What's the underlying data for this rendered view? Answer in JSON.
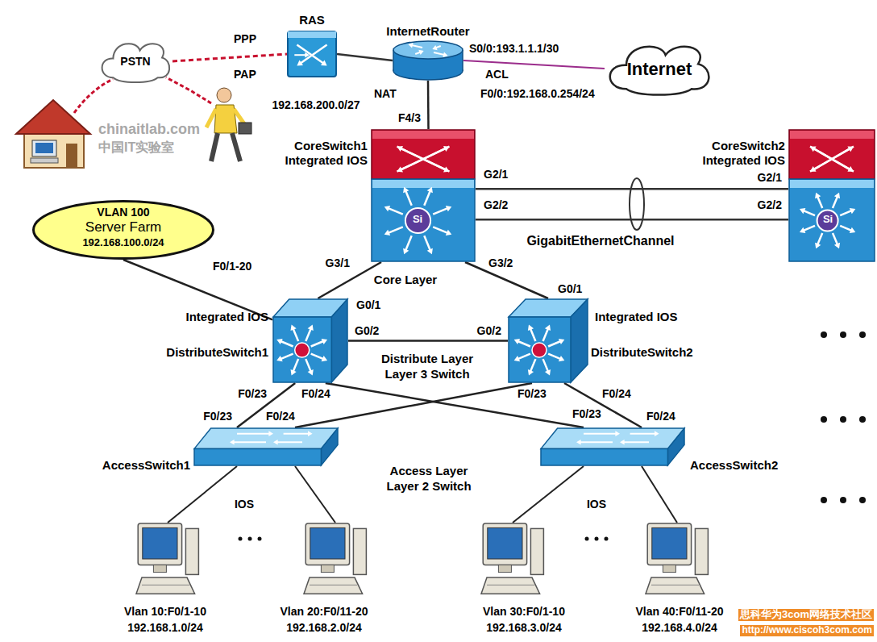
{
  "diagram": {
    "nodes": [
      {
        "text": [
          "PSTN"
        ]
      },
      {
        "text": [
          "RAS",
          "192.168.200.0/27"
        ]
      },
      {
        "text": [
          "InternetRouter"
        ]
      },
      {
        "text": [
          "Internet"
        ]
      },
      {
        "text": [
          "CoreSwitch1",
          "Integrated IOS"
        ]
      },
      {
        "text": [
          "CoreSwitch2",
          "Integrated IOS"
        ]
      },
      {
        "text": [
          "VLAN 100",
          "Server Farm",
          "192.168.100.0/24"
        ]
      },
      {
        "text": [
          "Integrated IOS",
          "DistributeSwitch1"
        ]
      },
      {
        "text": [
          "Integrated IOS",
          "DistributeSwitch2"
        ]
      },
      {
        "text": [
          "AccessSwitch1"
        ]
      },
      {
        "text": [
          "AccessSwitch2"
        ]
      },
      {
        "text": [
          "Vlan 10:F0/1-10",
          "192.168.1.0/24"
        ]
      },
      {
        "text": [
          "Vlan 20:F0/11-20",
          "192.168.2.0/24"
        ]
      },
      {
        "text": [
          "Vlan 30:F0/1-10",
          "192.168.3.0/24"
        ]
      },
      {
        "text": [
          "Vlan 40:F0/11-20",
          "192.168.4.0/24"
        ]
      }
    ],
    "edges": [
      {
        "from": 0,
        "to": 1,
        "arrow": "none"
      },
      {
        "from": 1,
        "to": 2,
        "arrow": "none"
      },
      {
        "from": 2,
        "to": 3,
        "arrow": "none"
      },
      {
        "from": 2,
        "to": 4,
        "arrow": "none"
      },
      {
        "from": 4,
        "to": 5,
        "arrow": "none"
      },
      {
        "from": 4,
        "to": 5,
        "arrow": "none"
      },
      {
        "from": 4,
        "to": 7,
        "arrow": "none"
      },
      {
        "from": 4,
        "to": 8,
        "arrow": "none"
      },
      {
        "from": 7,
        "to": 8,
        "arrow": "none"
      },
      {
        "from": 6,
        "to": 7,
        "arrow": "none"
      },
      {
        "from": 7,
        "to": 9,
        "arrow": "none"
      },
      {
        "from": 7,
        "to": 10,
        "arrow": "none"
      },
      {
        "from": 8,
        "to": 9,
        "arrow": "none"
      },
      {
        "from": 8,
        "to": 10,
        "arrow": "none"
      },
      {
        "from": 9,
        "to": 11,
        "arrow": "none"
      },
      {
        "from": 9,
        "to": 12,
        "arrow": "none"
      },
      {
        "from": 10,
        "to": 13,
        "arrow": "none"
      },
      {
        "from": 10,
        "to": 14,
        "arrow": "none"
      }
    ],
    "labels": [
      "PPP",
      "PAP",
      "S0/0:193.1.1.1/30",
      "ACL",
      "NAT",
      "F0/0:192.168.0.254/24",
      "F4/3",
      "Si",
      "Si",
      "G2/1",
      "G2/2",
      "G2/1",
      "G2/2",
      "GigabitEthernetChannel",
      "G3/1",
      "G3/2",
      "Core Layer",
      "G0/1",
      "G0/1",
      "G0/2",
      "G0/2",
      "F0/1-20",
      "Distribute Layer",
      "Layer 3 Switch",
      "F0/23",
      "F0/24",
      "F0/23",
      "F0/24",
      "F0/23",
      "F0/24",
      "F0/23",
      "F0/24",
      "Access Layer",
      "Layer 2 Switch",
      "IOS",
      "IOS",
      "chinaitlab.com",
      "中国IT实验室",
      "思科华为3com网络技术社区",
      "http://www.ciscoh3com.com"
    ]
  }
}
